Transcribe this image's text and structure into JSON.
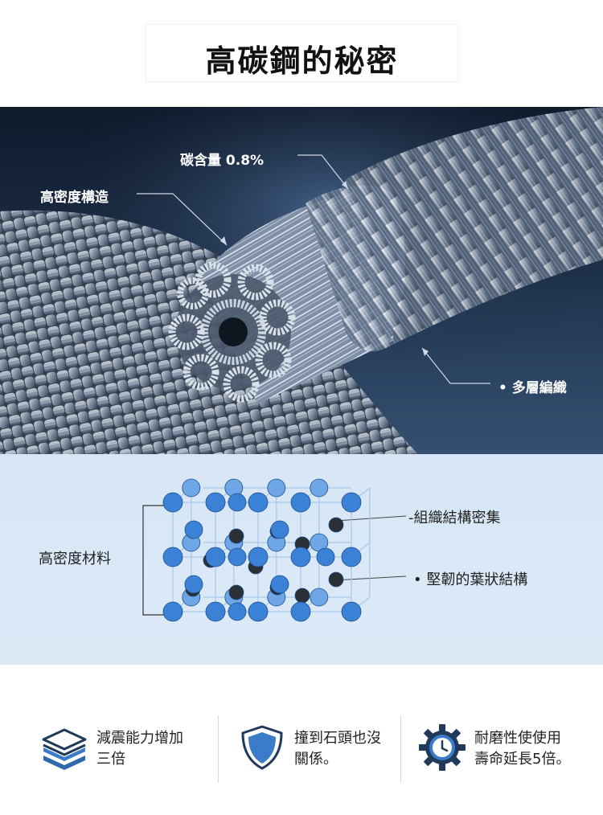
{
  "title": "高碳鋼的秘密",
  "cable": {
    "label_carbon": "碳含量 0.8%",
    "label_density": "高密度構造",
    "label_layers": "• 多層編織"
  },
  "crystal": {
    "label_material": "高密度材料",
    "label_structure": "-組織結構密集",
    "label_leaf": "• 堅韌的葉狀結構"
  },
  "features": [
    {
      "icon": "layers-icon",
      "line1": "減震能力增加",
      "line2": "三倍"
    },
    {
      "icon": "shield-icon",
      "line1": "撞到石頭也沒",
      "line2": "關係。"
    },
    {
      "icon": "gear-clock-icon",
      "line1": "耐磨性使使用",
      "line2": "壽命延長5倍。"
    }
  ],
  "colors": {
    "accent_blue": "#3a7cc9",
    "atom_blue": "#3b82d6",
    "atom_dark": "#2b2f36",
    "crystal_bg": "#d9e8f7"
  }
}
